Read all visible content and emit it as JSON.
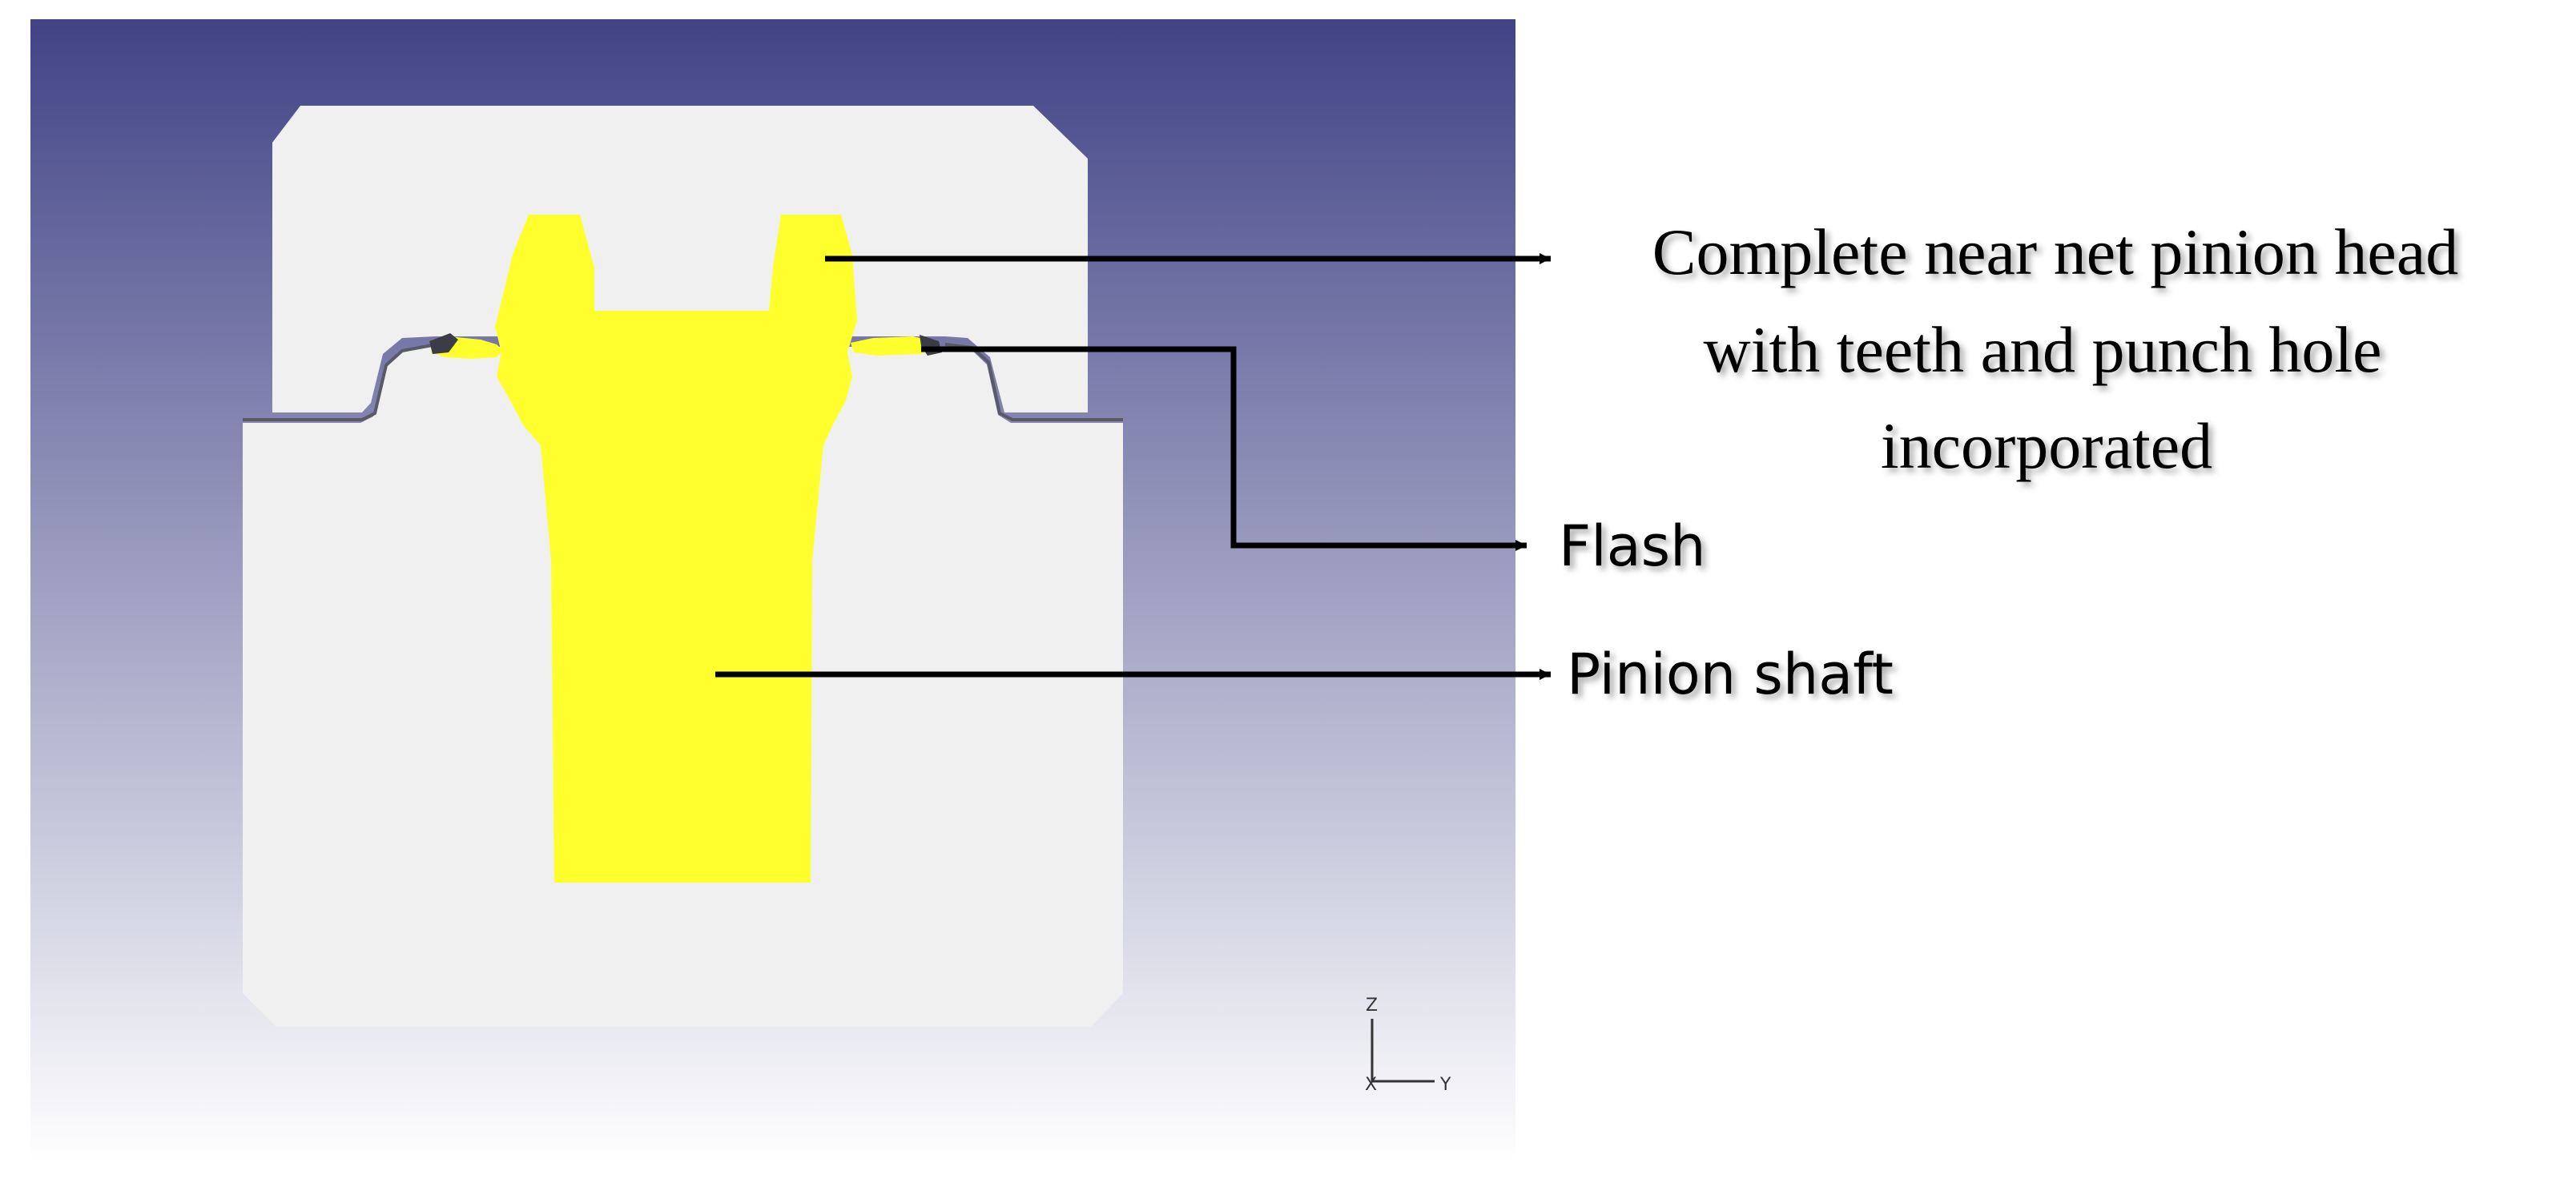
{
  "annotations": {
    "head": [
      "Complete near net pinion head",
      "with teeth and punch hole",
      "incorporated"
    ],
    "flash": "Flash",
    "shaft": "Pinion shaft"
  },
  "axes": {
    "vertical": "Z",
    "horizontal": "Y",
    "out_of_plane": "X"
  },
  "colors": {
    "viewport_top": "#414386",
    "viewport_bottom": "#ffffff",
    "die": "#f0f0f0",
    "workpiece": "#ffff2e",
    "leader": "#000000",
    "text": "#000000"
  }
}
